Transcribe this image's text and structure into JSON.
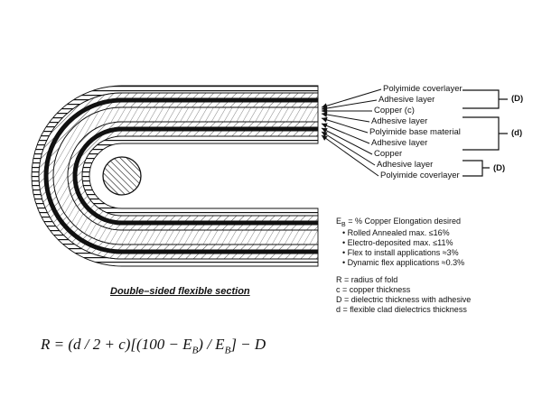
{
  "layer_labels": [
    "Polyimide coverlayer",
    "Adhesive layer",
    "Copper (c)",
    "Adhesive layer",
    "Polyimide base material",
    "Adhesive layer",
    "Copper",
    "Adhesive layer",
    "Polyimide coverlayer"
  ],
  "groups": {
    "top": "(D)",
    "middle": "(d)",
    "bottom": "(D)"
  },
  "elongation": {
    "heading": "E",
    "heading_sub": "B",
    "heading_rest": " = % Copper Elongation desired",
    "items": [
      "Rolled Annealed max. ≤16%",
      "Electro-deposited max. ≤11%",
      "Flex to install applications ≈3%",
      "Dynamic flex applications ≈0.3%"
    ]
  },
  "definitions": [
    "R = radius of fold",
    "c = copper thickness",
    "D = dielectric thickness with adhesive",
    "d = flexible clad dielectrics thickness"
  ],
  "caption": "Double–sided flexible section",
  "formula": {
    "lhs": "R = (d / 2 + c)[(100 − E",
    "sub1": "B",
    "mid": ") / E",
    "sub2": "B",
    "rhs": "] − D"
  }
}
